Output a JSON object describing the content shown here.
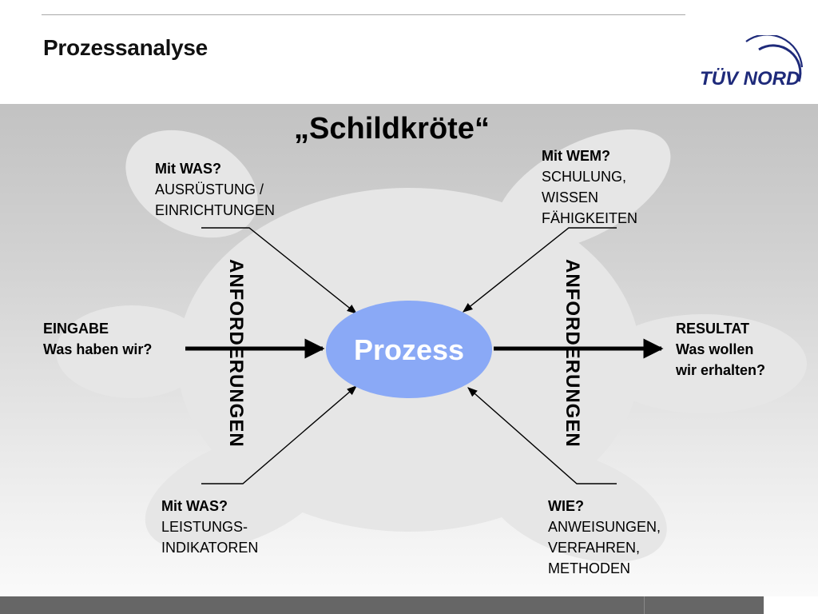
{
  "header": {
    "title": "Prozessanalyse",
    "logo_text": "TÜV NORD"
  },
  "diagram": {
    "title": "„Schildkröte“",
    "process": "Prozess",
    "requirements_label": "ANFORDERUNGEN",
    "top_left": {
      "head": "Mit WAS?",
      "lines": [
        "AUSRÜSTUNG /",
        "EINRICHTUNGEN"
      ]
    },
    "top_right": {
      "head": "Mit WEM?",
      "lines": [
        "SCHULUNG,",
        "WISSEN",
        "FÄHIGKEITEN"
      ]
    },
    "bottom_left": {
      "head": "Mit WAS?",
      "lines": [
        "LEISTUNGS-",
        "INDIKATOREN"
      ]
    },
    "bottom_right": {
      "head": "WIE?",
      "lines": [
        "ANWEISUNGEN,",
        "VERFAHREN,",
        "METHODEN"
      ]
    },
    "input": {
      "lines": [
        "EINGABE",
        "Was haben wir?"
      ]
    },
    "result": {
      "lines": [
        "RESULTAT",
        "Was wollen",
        "wir erhalten?"
      ]
    }
  },
  "colors": {
    "process_fill": "#8aa9f6",
    "cloud": "#e8e8e8",
    "footer": "#666666",
    "logo": "#1e2a7a"
  }
}
